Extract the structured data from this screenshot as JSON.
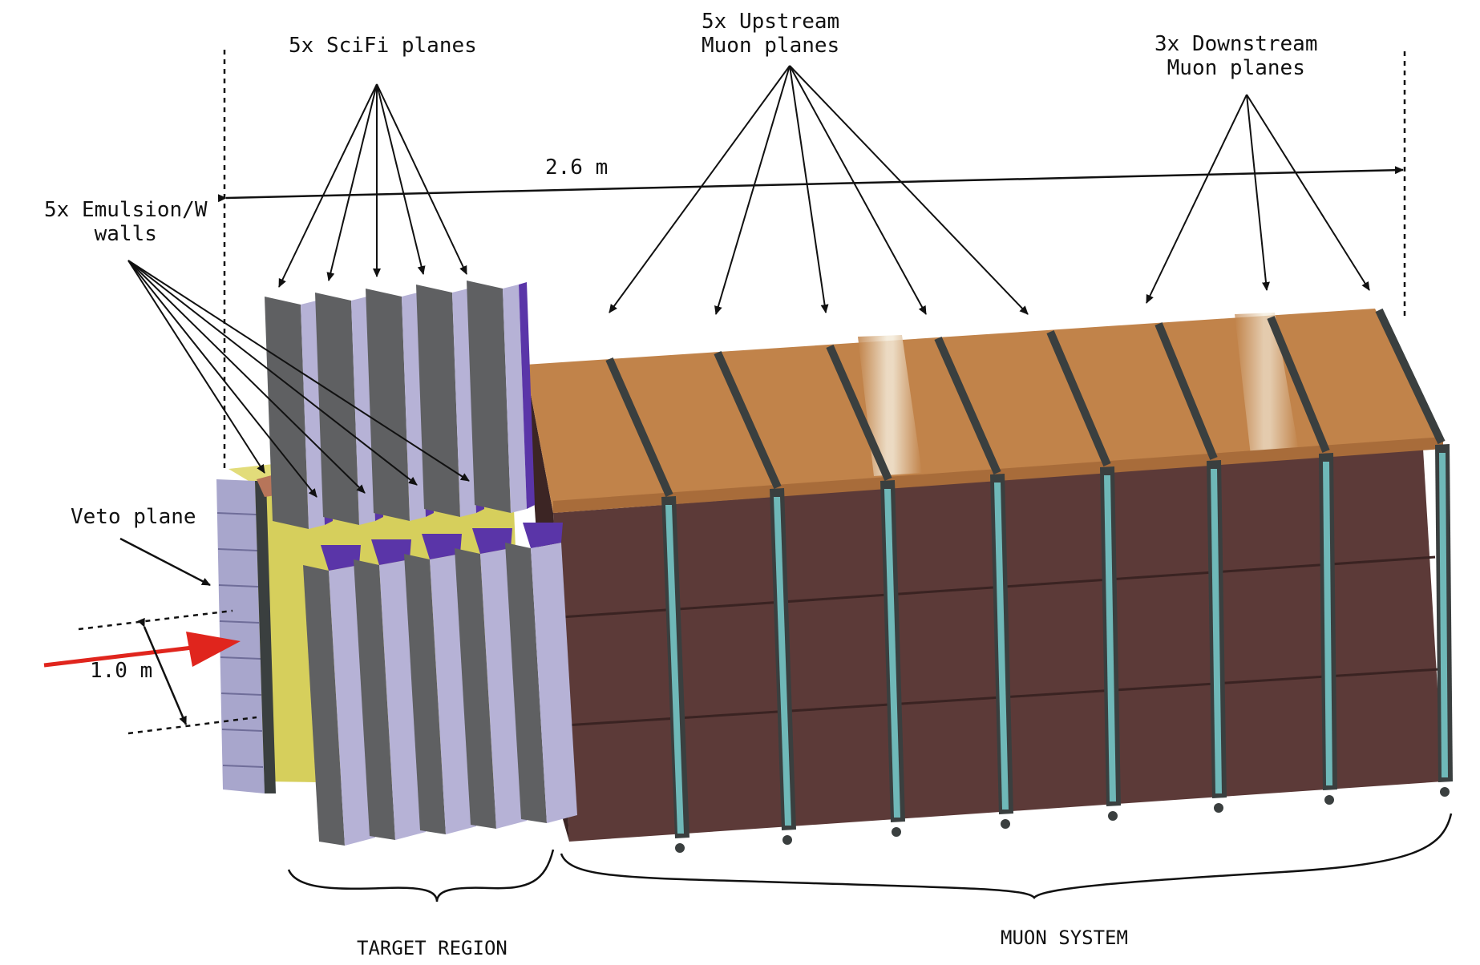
{
  "labels": {
    "scifi": "5x SciFi planes",
    "upstream_line1": "5x Upstream",
    "upstream_line2": "Muon planes",
    "downstream_line1": "3x Downstream",
    "downstream_line2": "Muon planes",
    "emulsion_line1": "5x Emulsion/W",
    "emulsion_line2": "walls",
    "length": "2.6 m",
    "veto": "Veto plane",
    "height": "1.0 m",
    "target_region": "TARGET REGION",
    "muon_system": "MUON SYSTEM"
  },
  "colors": {
    "muon_front": "#5c3a38",
    "muon_top": "#c1834a",
    "muon_side_edge": "#3c2524",
    "frame_dark": "#3a3f3f",
    "frame_teal": "#6fb8b8",
    "scifi_face": "#5f6062",
    "scifi_lavender": "#b6b2d6",
    "scifi_purple": "#5a35a8",
    "veto_lavender": "#a8a6cc",
    "yellow_wall": "#d6cf5c",
    "beam_arrow": "#e0251d"
  },
  "icons": {
    "beam": "red-arrow-icon"
  }
}
